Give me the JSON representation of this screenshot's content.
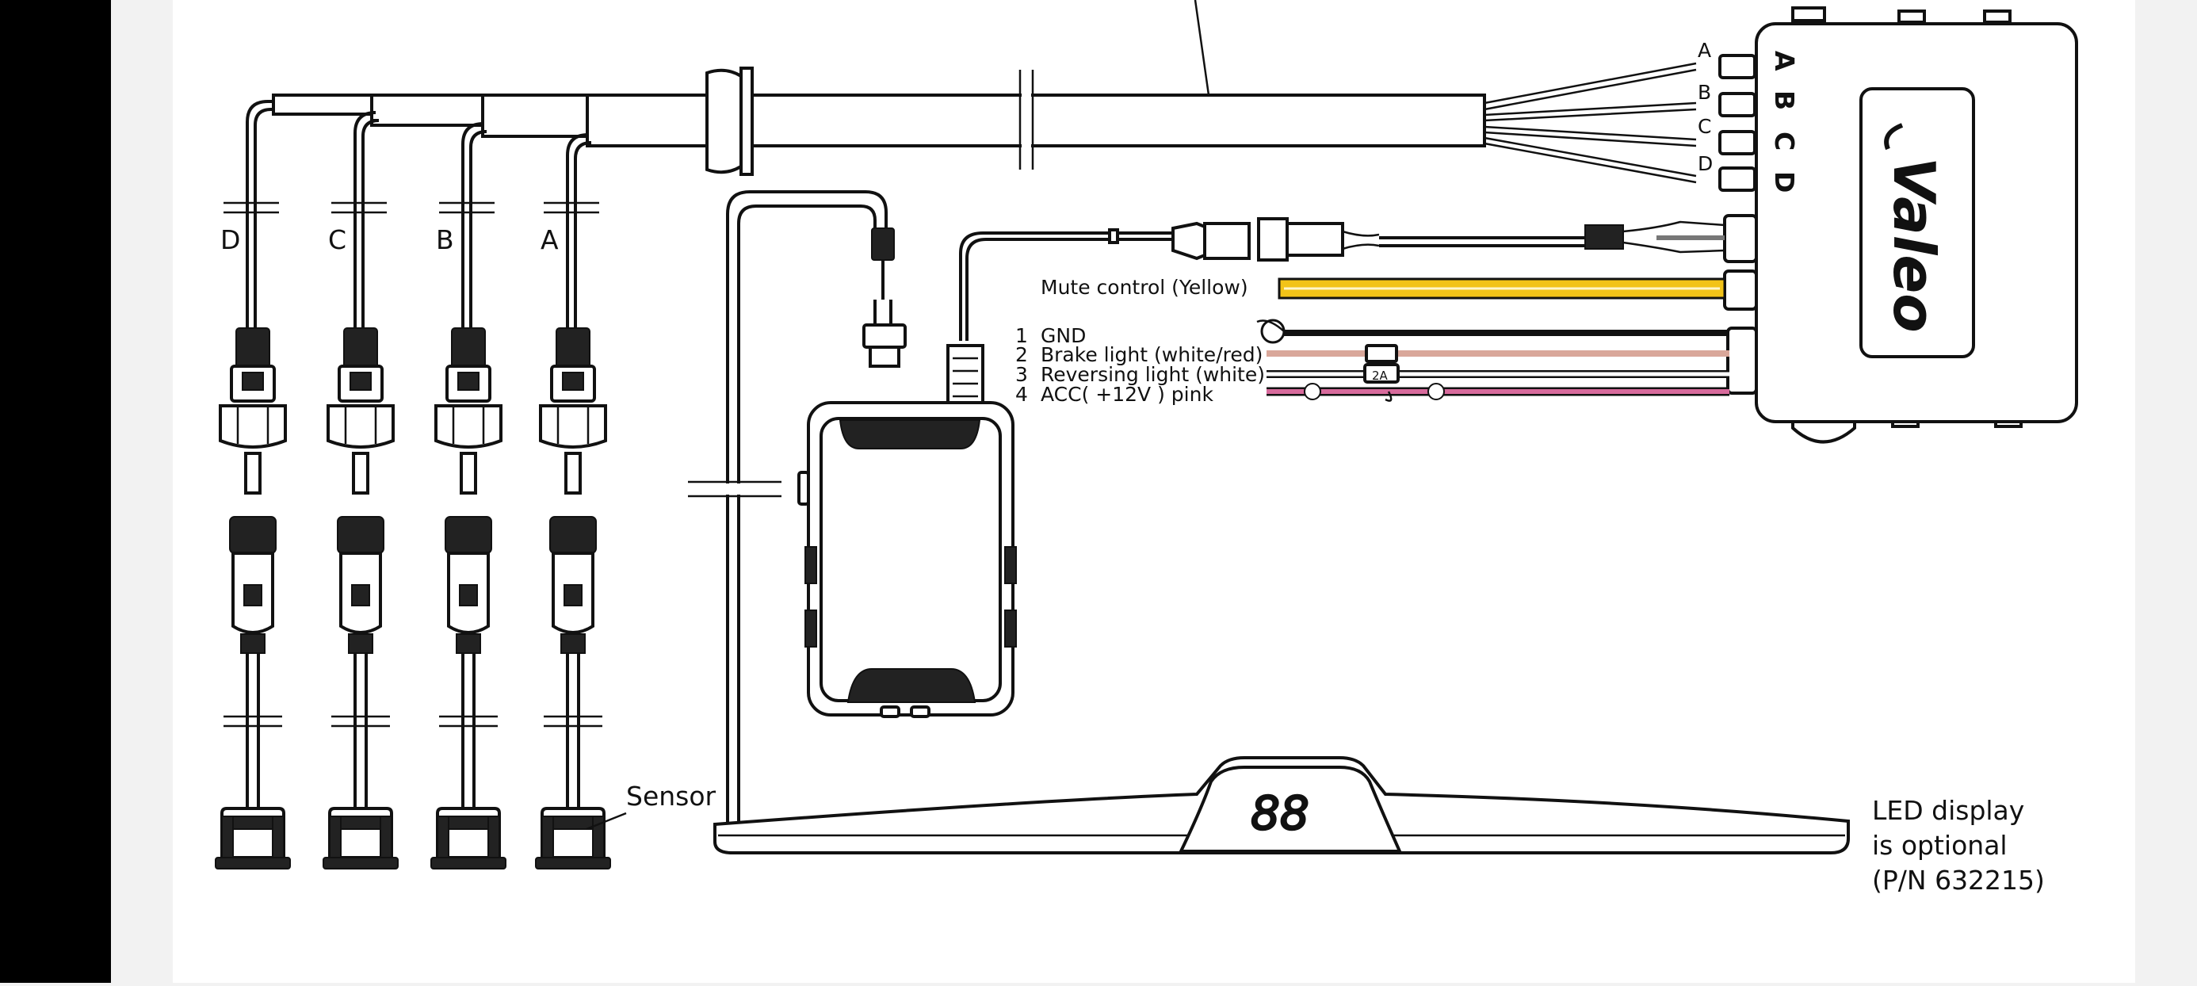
{
  "colors": {
    "left_bar": "#000000",
    "background": "#f2f2f2",
    "paper": "#ffffff",
    "ink": "#111111",
    "mute_wire": "#f2c318",
    "brake_wire": "#d9a79a",
    "reverse_wire": "#ffffff",
    "acc_wire": "#d76a9c"
  },
  "sensor_channels": [
    "D",
    "C",
    "B",
    "A"
  ],
  "ecu_channels": [
    "A",
    "B",
    "C",
    "D"
  ],
  "side_channels": [
    "A",
    "B",
    "C",
    "D"
  ],
  "brand": {
    "text": "Valeo",
    "icon": "valeo-logo-icon"
  },
  "labels": {
    "mute_control": "Mute control (Yellow)",
    "sensor": "Sensor"
  },
  "power_wires": [
    {
      "number": "1",
      "label": "GND"
    },
    {
      "number": "2",
      "label": "Brake light (white/red)"
    },
    {
      "number": "3",
      "label": "Reversing light (white)"
    },
    {
      "number": "4",
      "label": "ACC( +12V ) pink"
    }
  ],
  "fuse_label": "2A",
  "display": {
    "digits": "88",
    "note_lines": [
      "LED display",
      "is optional",
      "(P/N 632215)"
    ]
  }
}
